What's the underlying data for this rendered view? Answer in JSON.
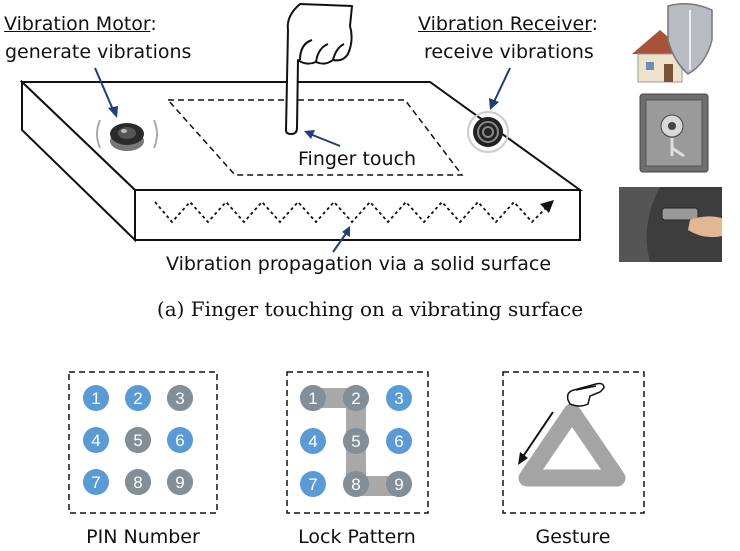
{
  "top_diagram": {
    "motor_title": "Vibration Motor",
    "motor_colon": ":",
    "motor_desc": "generate vibrations",
    "receiver_title": "Vibration Receiver",
    "receiver_colon": ":",
    "receiver_desc": "receive vibrations",
    "finger_touch": "Finger touch",
    "propagation": "Vibration propagation via a solid surface"
  },
  "caption": "(a)  Finger touching on a vibrating surface",
  "panels": {
    "pin": {
      "label": "PIN Number",
      "digits": [
        "1",
        "2",
        "3",
        "4",
        "5",
        "6",
        "7",
        "8",
        "9"
      ],
      "highlighted": [
        "3",
        "5",
        "8",
        "9"
      ]
    },
    "lock": {
      "label": "Lock Pattern",
      "digits": [
        "1",
        "2",
        "3",
        "4",
        "5",
        "6",
        "7",
        "8",
        "9"
      ],
      "path": [
        "1",
        "2",
        "5",
        "8",
        "9"
      ]
    },
    "gesture": {
      "label": "Gesture"
    }
  },
  "colors": {
    "dot_blue": "#5b9bd5",
    "dot_gray": "#8c8c8c",
    "path_gray": "#9a9a9a"
  },
  "side_images": [
    "house-shield-icon",
    "safe-icon",
    "car-door-handle-icon"
  ]
}
